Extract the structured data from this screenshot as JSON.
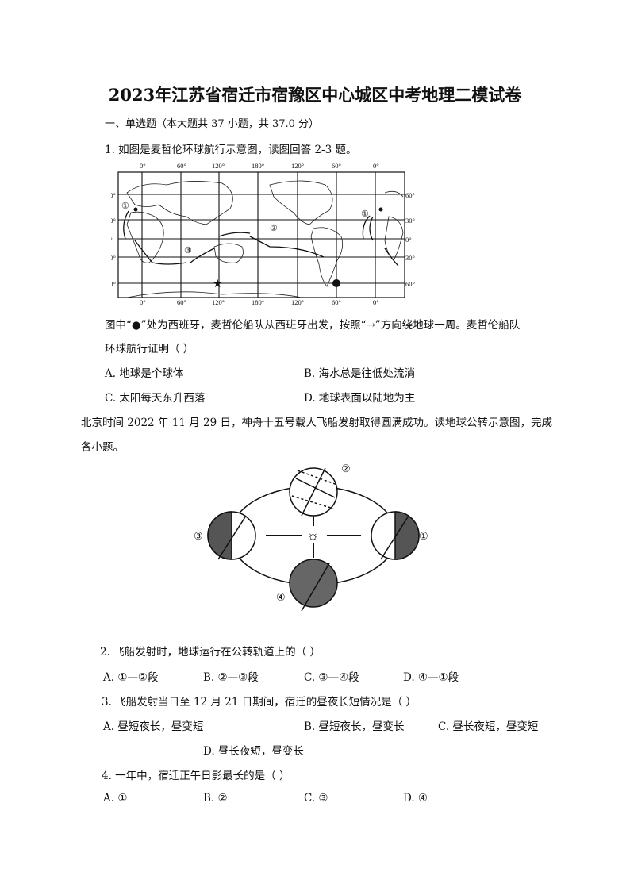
{
  "title": "2023年江苏省宿迁市宿豫区中心城区中考地理二模试卷",
  "section": "一、单选题（本大题共 37 小题，共 37.0 分）",
  "q1": {
    "stem": "1.   如图是麦哲伦环球航行示意图，读图回答 2-3 题。",
    "text_line1": "图中“●”处为西班牙，麦哲伦船队从西班牙出发，按照“→”方向绕地球一周。麦哲伦船队",
    "text_line2": "环球航行证明（        ）",
    "options": [
      "A. 地球是个球体",
      "B. 海水总是往低处流淌",
      "C. 太阳每天东升西落",
      "D. 地球表面以陆地为主"
    ]
  },
  "map": {
    "lon_labels_top": [
      "0°",
      "60°",
      "120°",
      "180°",
      "120°",
      "60°",
      "0°"
    ],
    "lon_labels_bottom": [
      "0°",
      "60°",
      "120°",
      "180°",
      "120°",
      "60°",
      "0°"
    ],
    "lat_labels": [
      "60°",
      "30°",
      "0°",
      "30°",
      "60°"
    ],
    "route_markers": [
      "①",
      "②",
      "③",
      "①"
    ]
  },
  "intro": {
    "line1": "北京时间 2022 年 11 月 29 日，神舟十五号载人飞船发射取得圆满成功。读地球公转示意图，完成",
    "line2": "各小题。"
  },
  "orbit": {
    "positions": [
      "①",
      "②",
      "③",
      "④"
    ],
    "sun": "☼"
  },
  "q2": {
    "stem": "2.   飞船发射时，地球运行在公转轨道上的（        ）",
    "options": [
      "A. ①—②段",
      "B. ②—③段",
      "C. ③—④段",
      "D. ④—①段"
    ]
  },
  "q3": {
    "stem": "3.   飞船发射当日至 12 月 21 日期间，宿迁的昼夜长短情况是（        ）",
    "options": [
      "A. 昼短夜长，昼变短",
      "B. 昼短夜长，昼变长",
      "C. 昼长夜短，昼变短",
      "D. 昼长夜短，昼变长"
    ]
  },
  "q4": {
    "stem": "4.   一年中，宿迁正午日影最长的是（        ）",
    "options": [
      "A. ①",
      "B. ②",
      "C. ③",
      "D. ④"
    ]
  }
}
